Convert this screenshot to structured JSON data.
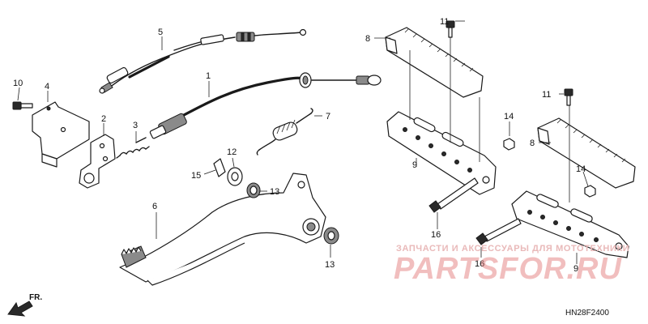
{
  "diagram": {
    "callouts": {
      "c1": "1",
      "c2": "2",
      "c3": "3",
      "c4": "4",
      "c5": "5",
      "c6": "6",
      "c7": "7",
      "c8a": "8",
      "c8b": "8",
      "c9a": "9",
      "c9b": "9",
      "c10": "10",
      "c11a": "11",
      "c11b": "11",
      "c12": "12",
      "c13a": "13",
      "c13b": "13",
      "c14a": "14",
      "c14b": "14",
      "c15": "15",
      "c16a": "16",
      "c16b": "16"
    },
    "direction_label": "FR.",
    "drawing_code": "HN28F2400"
  },
  "watermark": {
    "tagline": "ЗАПЧАСТИ И АКСЕССУАРЫ ДЛЯ МОТОТЕХНИКИ",
    "brand": "PARTSFOR.RU"
  }
}
